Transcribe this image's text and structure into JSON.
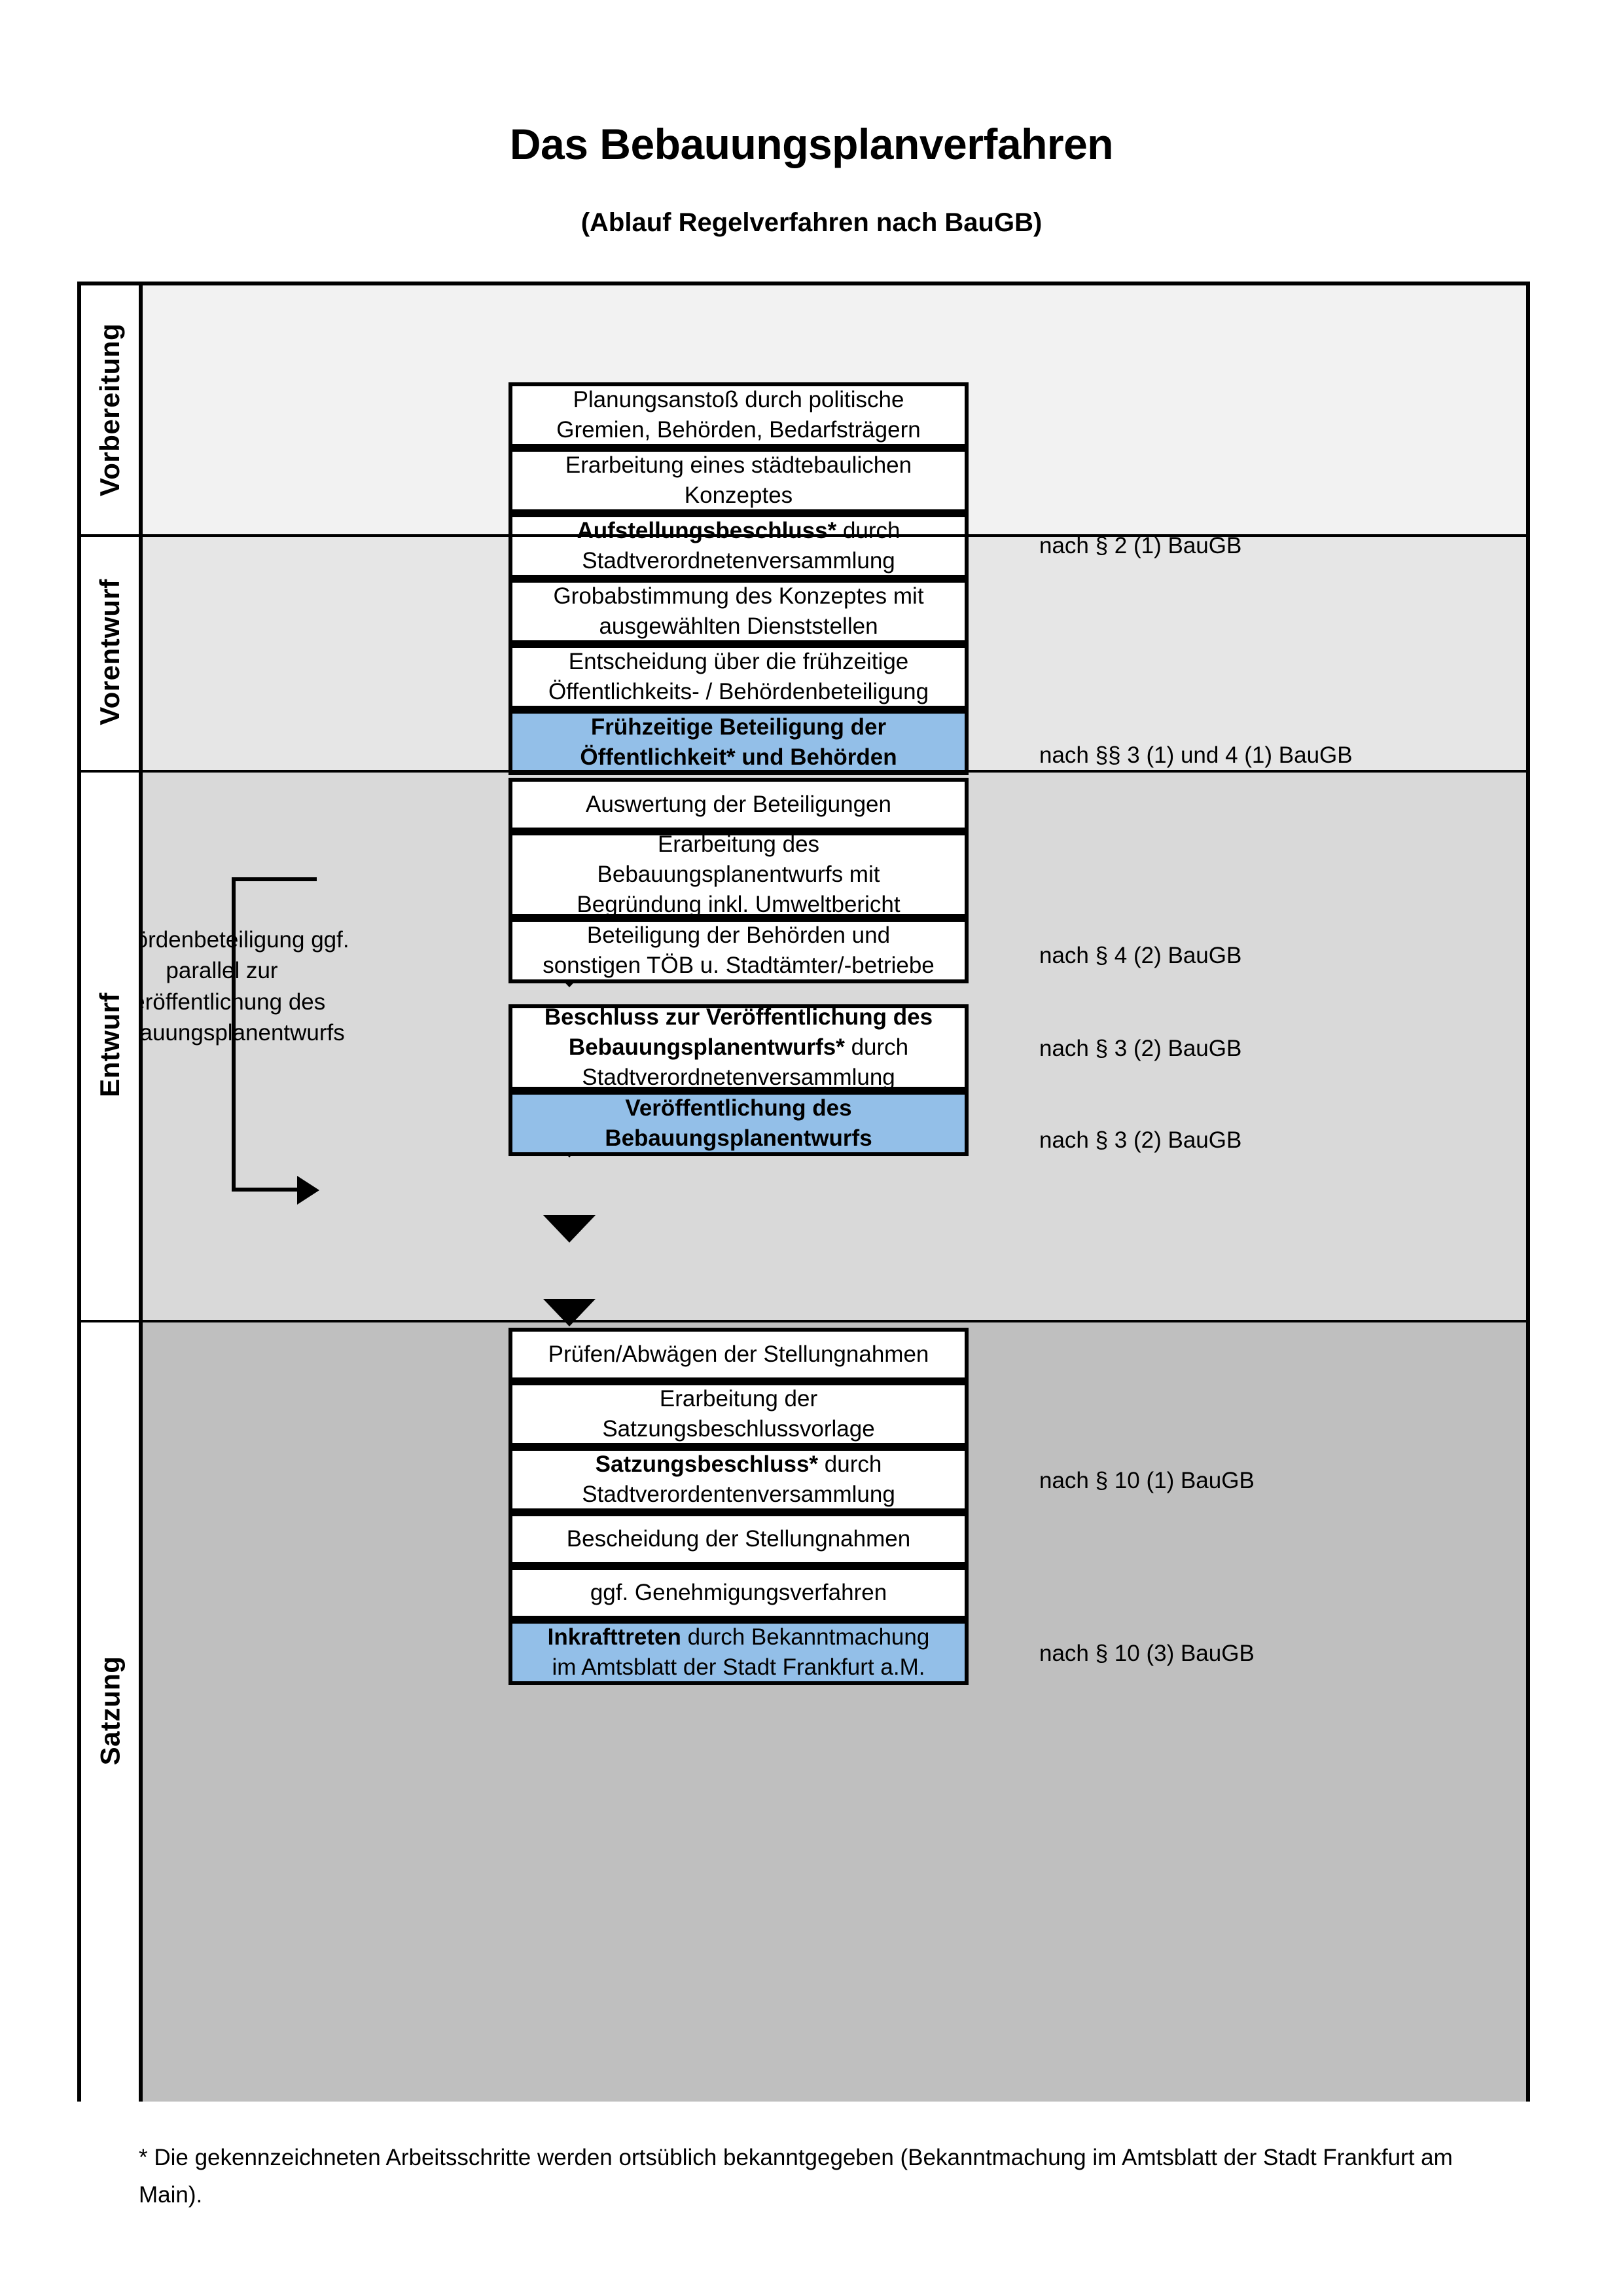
{
  "header": {
    "title": "Das Bebauungsplanverfahren",
    "subtitle": "(Ablauf Regelverfahren nach BauGB)"
  },
  "phases": [
    {
      "label": "Vorbereitung",
      "bg": "#f2f2f2"
    },
    {
      "label": "Vorentwurf",
      "bg": "#e6e6e6"
    },
    {
      "label": "Entwurf",
      "bg": "#d9d9d9"
    },
    {
      "label": "Satzung",
      "bg": "#bfbfbf"
    }
  ],
  "steps": [
    {
      "id": "planungsanstoss",
      "phase": "Vorbereitung",
      "lines": [
        "Planungsanstoß durch politische",
        "Gremien, Behörden, Bedarfsträgern"
      ],
      "bold": "",
      "highlight": false
    },
    {
      "id": "staedtebau-konzept",
      "phase": "Vorbereitung",
      "lines": [
        "Erarbeitung eines städtebaulichen",
        "Konzeptes"
      ],
      "bold": "",
      "highlight": false
    },
    {
      "id": "aufstellungsbeschluss",
      "phase": "Vorbereitung",
      "lines": [
        "Aufstellungsbeschluss* durch",
        "Stadtverordnetenversammlung"
      ],
      "bold": "Aufstellungsbeschluss*",
      "highlight": false
    },
    {
      "id": "grobabstimmung",
      "phase": "Vorentwurf",
      "lines": [
        "Grobabstimmung des Konzeptes mit",
        "ausgewählten Dienststellen"
      ],
      "bold": "",
      "highlight": false
    },
    {
      "id": "entscheidung-fruehzeitig",
      "phase": "Vorentwurf",
      "lines": [
        "Entscheidung über die frühzeitige",
        "Öffentlichkeits- / Behördenbeteiligung"
      ],
      "bold": "",
      "highlight": false
    },
    {
      "id": "fruehzeitige-beteiligung",
      "phase": "Vorentwurf",
      "lines": [
        "Frühzeitige Beteiligung der",
        "Öffentlichkeit* und Behörden"
      ],
      "bold": "all",
      "highlight": true
    },
    {
      "id": "auswertung",
      "phase": "Entwurf",
      "lines": [
        "Auswertung der Beteiligungen"
      ],
      "bold": "",
      "highlight": false
    },
    {
      "id": "erarbeitung-entwurf",
      "phase": "Entwurf",
      "lines": [
        "Erarbeitung des",
        "Bebauungsplanentwurfs mit",
        "Begründung inkl. Umweltbericht"
      ],
      "bold": "",
      "highlight": false
    },
    {
      "id": "beteiligung-behoerden",
      "phase": "Entwurf",
      "lines": [
        "Beteiligung der Behörden und",
        "sonstigen TÖB u. Stadtämter/-betriebe"
      ],
      "bold": "",
      "highlight": false
    },
    {
      "id": "beschluss-veroeffentlichung",
      "phase": "Entwurf",
      "lines": [
        "Beschluss zur Veröffentlichung des",
        "Bebauungsplanentwurfs* durch",
        "Stadtverordnetenversammlung"
      ],
      "bold": "Beschluss zur Veröffentlichung des Bebauungsplanentwurfs*",
      "highlight": false
    },
    {
      "id": "veroeffentlichung",
      "phase": "Entwurf",
      "lines": [
        "Veröffentlichung des",
        "Bebauungsplanentwurfs"
      ],
      "bold": "all",
      "highlight": true
    },
    {
      "id": "pruefen-abwaegen",
      "phase": "Satzung",
      "lines": [
        "Prüfen/Abwägen der Stellungnahmen"
      ],
      "bold": "",
      "highlight": false
    },
    {
      "id": "satzungsbeschlussvorlage",
      "phase": "Satzung",
      "lines": [
        "Erarbeitung der",
        "Satzungsbeschlussvorlage"
      ],
      "bold": "",
      "highlight": false
    },
    {
      "id": "satzungsbeschluss",
      "phase": "Satzung",
      "lines": [
        "Satzungsbeschluss* durch",
        "Stadtverordentenversammlung"
      ],
      "bold": "Satzungsbeschluss*",
      "highlight": false
    },
    {
      "id": "bescheidung",
      "phase": "Satzung",
      "lines": [
        "Bescheidung der Stellungnahmen"
      ],
      "bold": "",
      "highlight": false
    },
    {
      "id": "genehmigungsverfahren",
      "phase": "Satzung",
      "lines": [
        "ggf. Genehmigungsverfahren"
      ],
      "bold": "",
      "highlight": false
    },
    {
      "id": "inkrafttreten",
      "phase": "Satzung",
      "lines": [
        "Inkrafttreten durch Bekanntmachung",
        "im Amtsblatt der Stadt Frankfurt a.M."
      ],
      "bold": "Inkrafttreten",
      "highlight": true
    }
  ],
  "annotations": [
    {
      "id": "law-1",
      "text": "nach § 2 (1) BauGB"
    },
    {
      "id": "law-2",
      "text": "nach §§ 3 (1) und 4 (1) BauGB"
    },
    {
      "id": "law-3",
      "text": "nach § 4 (2) BauGB"
    },
    {
      "id": "law-4",
      "text": "nach § 3 (2) BauGB"
    },
    {
      "id": "law-5",
      "text": "nach § 3 (2) BauGB"
    },
    {
      "id": "law-6",
      "text": "nach § 10 (1) BauGB"
    },
    {
      "id": "law-7",
      "text": "nach § 10 (3) BauGB"
    }
  ],
  "sidenote": {
    "lines": [
      "Behördenbeteiligung",
      "ggf. parallel zur",
      "Veröffentlichung des",
      "Bebauungsplanentwurfs"
    ]
  },
  "footnote": {
    "text": "* Die gekennzeichneten Arbeitsschritte werden ortsüblich bekanntgegeben (Bekanntmachung im Amtsblatt  der Stadt Frankfurt am Main)."
  },
  "colors": {
    "highlight": "#93bfe8",
    "border": "#000000",
    "phase1_bg": "#f2f2f2",
    "phase2_bg": "#e6e6e6",
    "phase3_bg": "#d9d9d9",
    "phase4_bg": "#bfbfbf"
  }
}
